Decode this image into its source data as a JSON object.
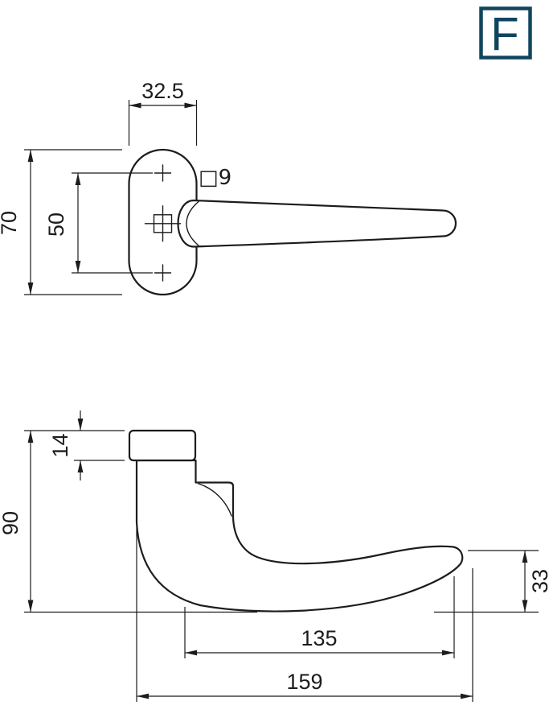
{
  "colors": {
    "background": "#ffffff",
    "ink": "#1c1c1c",
    "accent": "#11455f"
  },
  "badge": {
    "label": "F"
  },
  "front_view": {
    "dim_width": "32.5",
    "dim_plate_height": "70",
    "dim_hole_spacing": "50",
    "spindle_label": "□9"
  },
  "side_view": {
    "dim_plate_thickness": "14",
    "dim_total_height": "90",
    "dim_grip_drop": "33",
    "dim_grip_length": "135",
    "dim_total_length": "159"
  }
}
